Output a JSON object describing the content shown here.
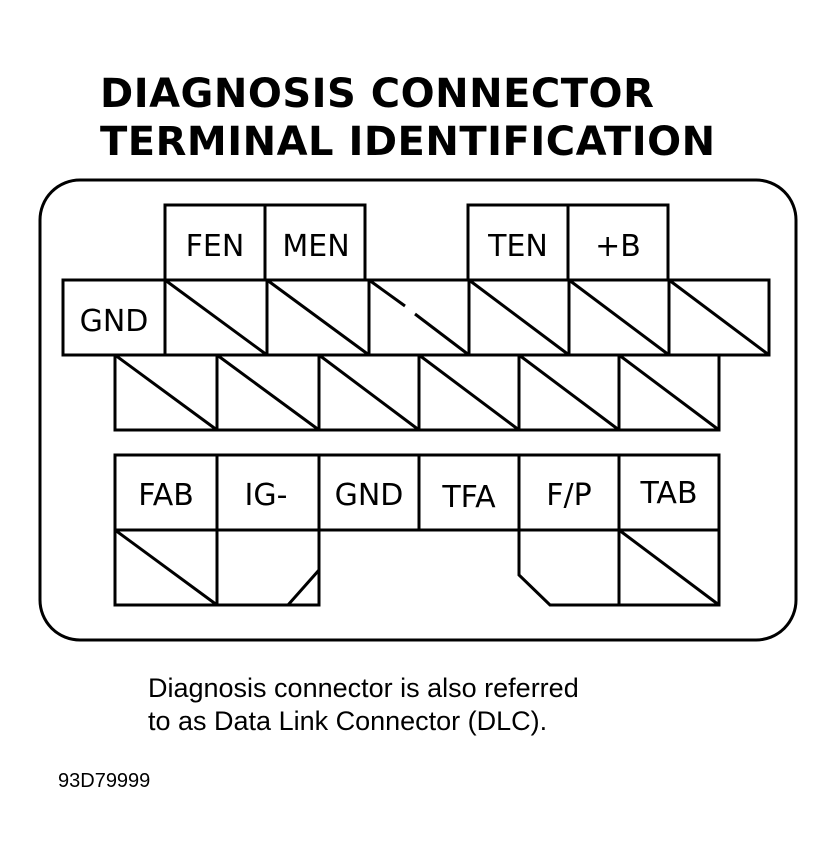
{
  "title": {
    "line1": "DIAGNOSIS CONNECTOR",
    "line2": "TERMINAL IDENTIFICATION"
  },
  "terminals": {
    "top_row": [
      "FEN",
      "MEN",
      "TEN",
      "+B"
    ],
    "row2_left": "GND",
    "bottom_row": [
      "FAB",
      "IG-",
      "GND",
      "TFA",
      "F/P",
      "TAB"
    ]
  },
  "caption": {
    "line1": "Diagnosis connector is also referred",
    "line2": "to as Data Link Connector (DLC)."
  },
  "figure_code": "93D79999"
}
